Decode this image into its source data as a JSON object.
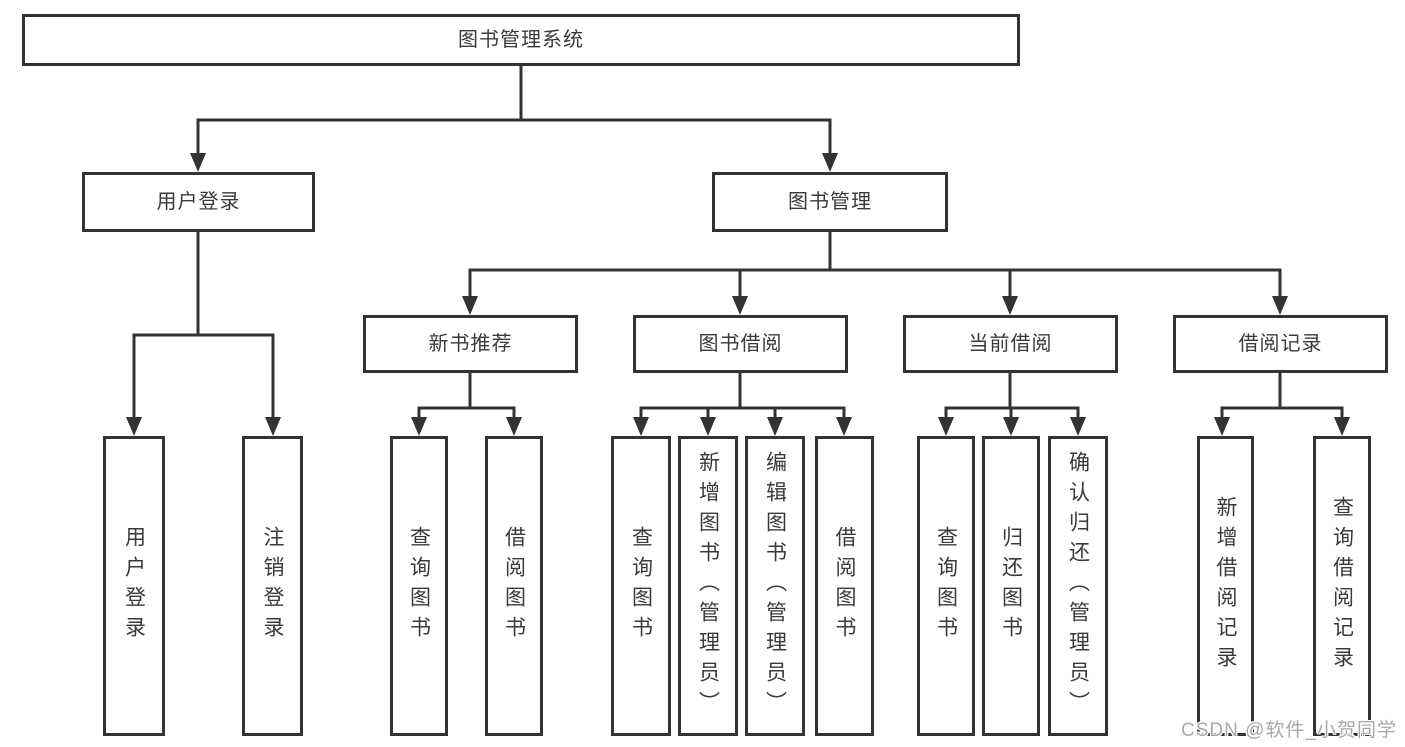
{
  "tree": {
    "label": "图书管理系统",
    "children": [
      {
        "label": "用户登录",
        "children": [
          {
            "label": "用户登录"
          },
          {
            "label": "注销登录"
          }
        ]
      },
      {
        "label": "图书管理",
        "children": [
          {
            "label": "新书推荐",
            "children": [
              {
                "label": "查询图书"
              },
              {
                "label": "借阅图书"
              }
            ]
          },
          {
            "label": "图书借阅",
            "children": [
              {
                "label": "查询图书"
              },
              {
                "label": "新增图书（管理员）"
              },
              {
                "label": "编辑图书（管理员）"
              },
              {
                "label": "借阅图书"
              }
            ]
          },
          {
            "label": "当前借阅",
            "children": [
              {
                "label": "查询图书"
              },
              {
                "label": "归还图书"
              },
              {
                "label": "确认归还（管理员）"
              }
            ]
          },
          {
            "label": "借阅记录",
            "children": [
              {
                "label": "新增借阅记录"
              },
              {
                "label": "查询借阅记录"
              }
            ]
          }
        ]
      }
    ]
  },
  "watermark": {
    "text": "CSDN @软件_小贺同学"
  },
  "colors": {
    "line": "#333333",
    "text": "#3a3a3a",
    "background": "#ffffff",
    "watermark": "#a9a9a9"
  }
}
